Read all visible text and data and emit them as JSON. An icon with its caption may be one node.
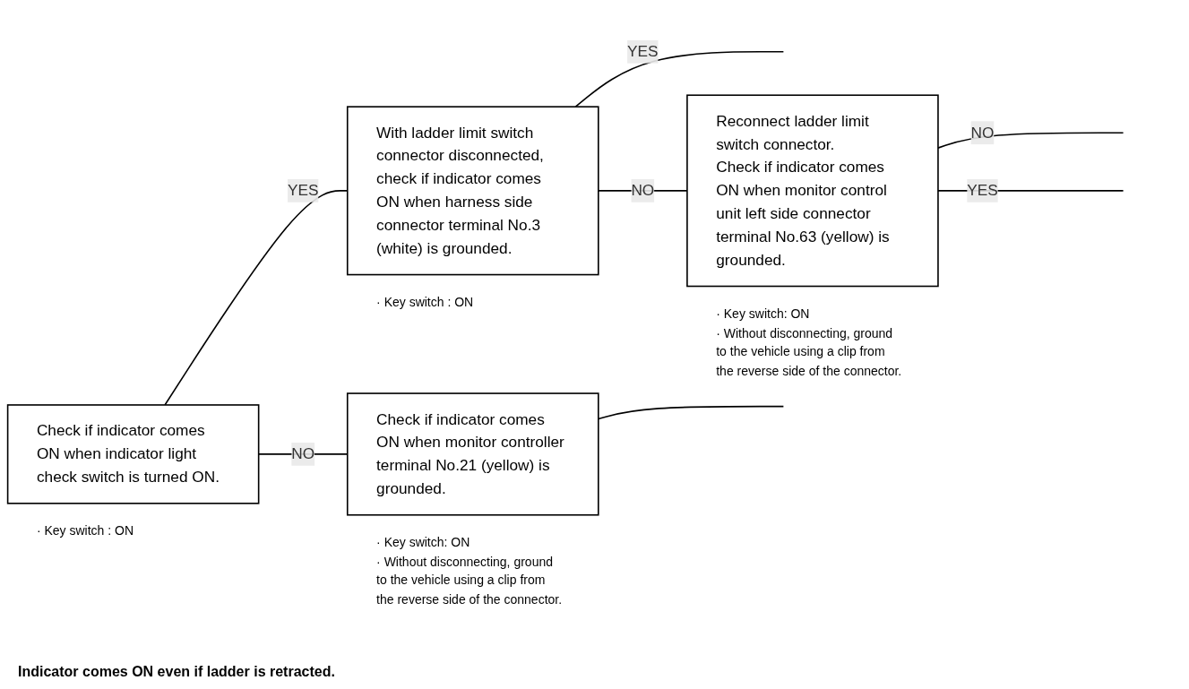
{
  "diagram": {
    "nodes": [
      {
        "text": [
          "Check if indicator comes ON when indicator light check switch is turned ON."
        ],
        "beside": [
          "· Key switch : ON"
        ]
      },
      {
        "text": [
          "With ladder limit switch connector disconnected, check if indicator comes ON when harness side connector terminal No.3 (white) is grounded."
        ],
        "beside": [
          "· Key switch : ON"
        ]
      },
      {
        "text": [
          "Reconnect ladder limit switch connector.",
          "Check if indicator comes ON when monitor control unit left side connector terminal No.63 (yellow) is grounded."
        ],
        "beside": [
          "· Key switch: ON",
          "· Without disconnecting, ground to the vehicle using a clip from the reverse side of the connector."
        ]
      },
      {
        "text": [
          "Check if indicator comes ON when monitor controller terminal No.21 (yellow) is grounded."
        ],
        "beside": [
          "· Key switch: ON",
          "· Without disconnecting, ground to the vehicle using a clip from the reverse side of the connector."
        ]
      }
    ],
    "edges": [
      {
        "from": 0,
        "to": 1,
        "arrow": "none",
        "label": "YES"
      },
      {
        "from": 0,
        "to": 3,
        "arrow": "none",
        "label": "NO"
      },
      {
        "from": 1,
        "to": null,
        "arrow": "none",
        "label": "YES"
      },
      {
        "from": 1,
        "to": 2,
        "arrow": "none",
        "label": "NO"
      },
      {
        "from": 2,
        "to": null,
        "arrow": "none",
        "label": "NO"
      },
      {
        "from": 2,
        "to": null,
        "arrow": "none",
        "label": "YES"
      },
      {
        "from": 3,
        "to": null,
        "arrow": "none"
      }
    ],
    "labels": [
      "Indicator comes ON even if ladder is retracted."
    ]
  }
}
